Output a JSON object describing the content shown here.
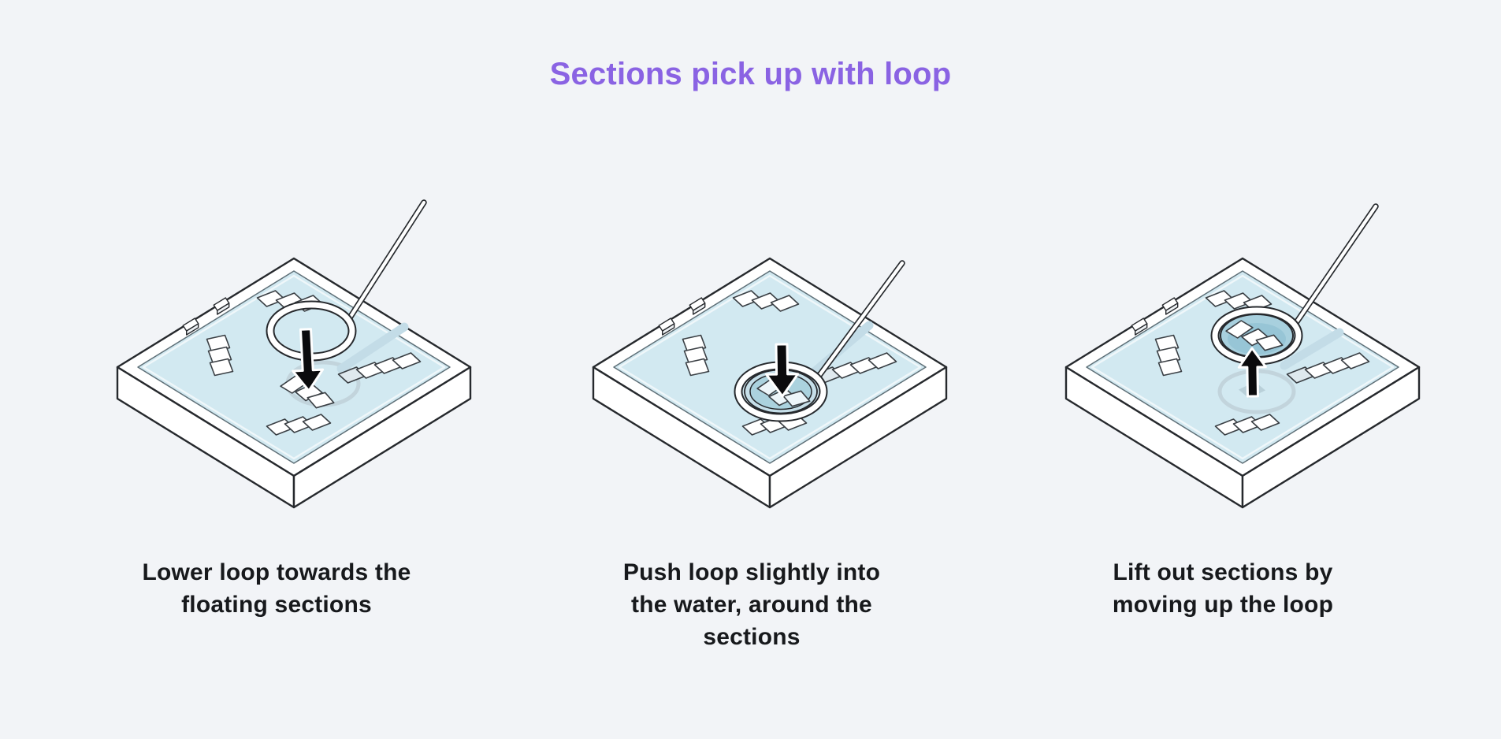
{
  "title": {
    "text": "Sections pick up with loop"
  },
  "colors": {
    "background": "#f2f4f7",
    "accent_title": "#8a63e3",
    "caption_text": "#17191c",
    "outline": "#26292d",
    "tray_white": "#ffffff",
    "water": "#d2e9f1",
    "water_edge": "#5f7078",
    "water_highlight": "#ffffff",
    "meniscus_gap": "#c6dfe9",
    "submerged_water": "#abd2de",
    "film_water": "#a8d0de",
    "film_shade": "#92c2d3",
    "section_fill": "#ffffff",
    "section_shaded": "#dfe9ee",
    "section_submerged": "#edf6fa",
    "section_stroke": "#3a3f44",
    "shadow_line": "#c2d4dc",
    "section_shadow": "#9fb8c2",
    "handle_shadow": "#c3dce7",
    "arrow_fill": "#0b0b0d",
    "arrow_outline": "#ffffff"
  },
  "steps": [
    {
      "id": "step-1",
      "scene": "hover",
      "arrow_direction": "down",
      "illustration_alt": "loop-hovering-above-floating-sections-in-water-bath",
      "caption_lines": [
        "Lower loop towards the",
        "floating sections"
      ]
    },
    {
      "id": "step-2",
      "scene": "submerged",
      "arrow_direction": "down",
      "illustration_alt": "loop-pushed-slightly-into-water-around-sections",
      "caption_lines": [
        "Push loop slightly into",
        "the water, around the",
        "sections"
      ]
    },
    {
      "id": "step-3",
      "scene": "lifted",
      "arrow_direction": "up",
      "illustration_alt": "loop-lifted-out-carrying-sections",
      "caption_lines": [
        "Lift out sections by",
        "moving up the loop"
      ]
    }
  ]
}
